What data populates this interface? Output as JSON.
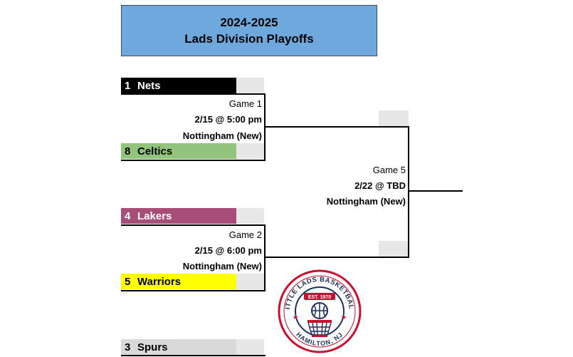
{
  "title": {
    "line1": "2024-2025",
    "line2": "Lads Division Playoffs"
  },
  "teams": [
    {
      "seed": "1",
      "name": "Nets",
      "color": "#000000",
      "text_color": "#ffffff"
    },
    {
      "seed": "8",
      "name": "Celtics",
      "color": "#93c47d",
      "text_color": "#000000"
    },
    {
      "seed": "4",
      "name": "Lakers",
      "color": "#a64d79",
      "text_color": "#ffffff"
    },
    {
      "seed": "5",
      "name": "Warriors",
      "color": "#ffff00",
      "text_color": "#000000"
    },
    {
      "seed": "3",
      "name": "Spurs",
      "color": "#d9d9d9",
      "text_color": "#000000"
    }
  ],
  "games": {
    "game1": {
      "label": "Game 1",
      "datetime": "2/15 @ 5:00 pm",
      "venue": "Nottingham (New)"
    },
    "game2": {
      "label": "Game 2",
      "datetime": "2/15 @ 6:00 pm",
      "venue": "Nottingham (New)"
    },
    "game5": {
      "label": "Game 5",
      "datetime": "2/22 @ TBD",
      "venue": "Nottingham (New)"
    }
  },
  "logo": {
    "top_text": "LITTLE LADS BASKETBALL",
    "est": "EST. 1970",
    "bottom_text": "HAMILTON, NJ",
    "colors": {
      "red": "#c8102e",
      "navy": "#1f2f5c"
    }
  }
}
